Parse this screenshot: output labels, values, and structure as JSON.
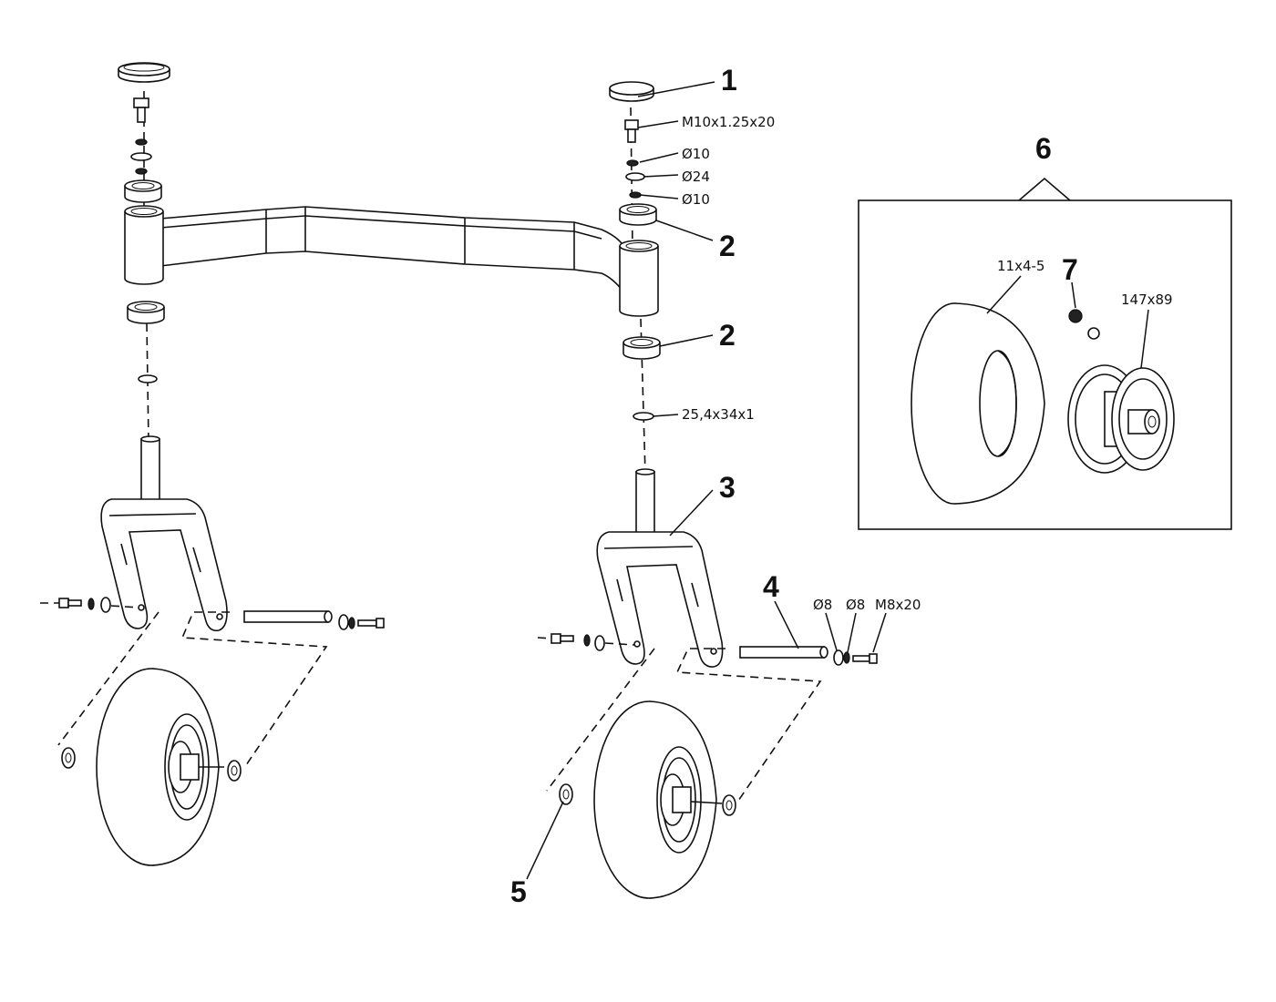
{
  "callouts": {
    "c1": "1",
    "c2a": "2",
    "c2b": "2",
    "c3": "3",
    "c4": "4",
    "c5": "5",
    "c6": "6",
    "c7": "7"
  },
  "specs": {
    "bolt": "M10x1.25x20",
    "washer_small_top": "Ø10",
    "washer_large": "Ø24",
    "washer_small_bottom": "Ø10",
    "thrust_washer": "25,4x34x1",
    "axle_washer_1": "Ø8",
    "axle_washer_2": "Ø8",
    "axle_bolt": "M8x20",
    "tire": "11x4-5",
    "rim": "147x89"
  }
}
